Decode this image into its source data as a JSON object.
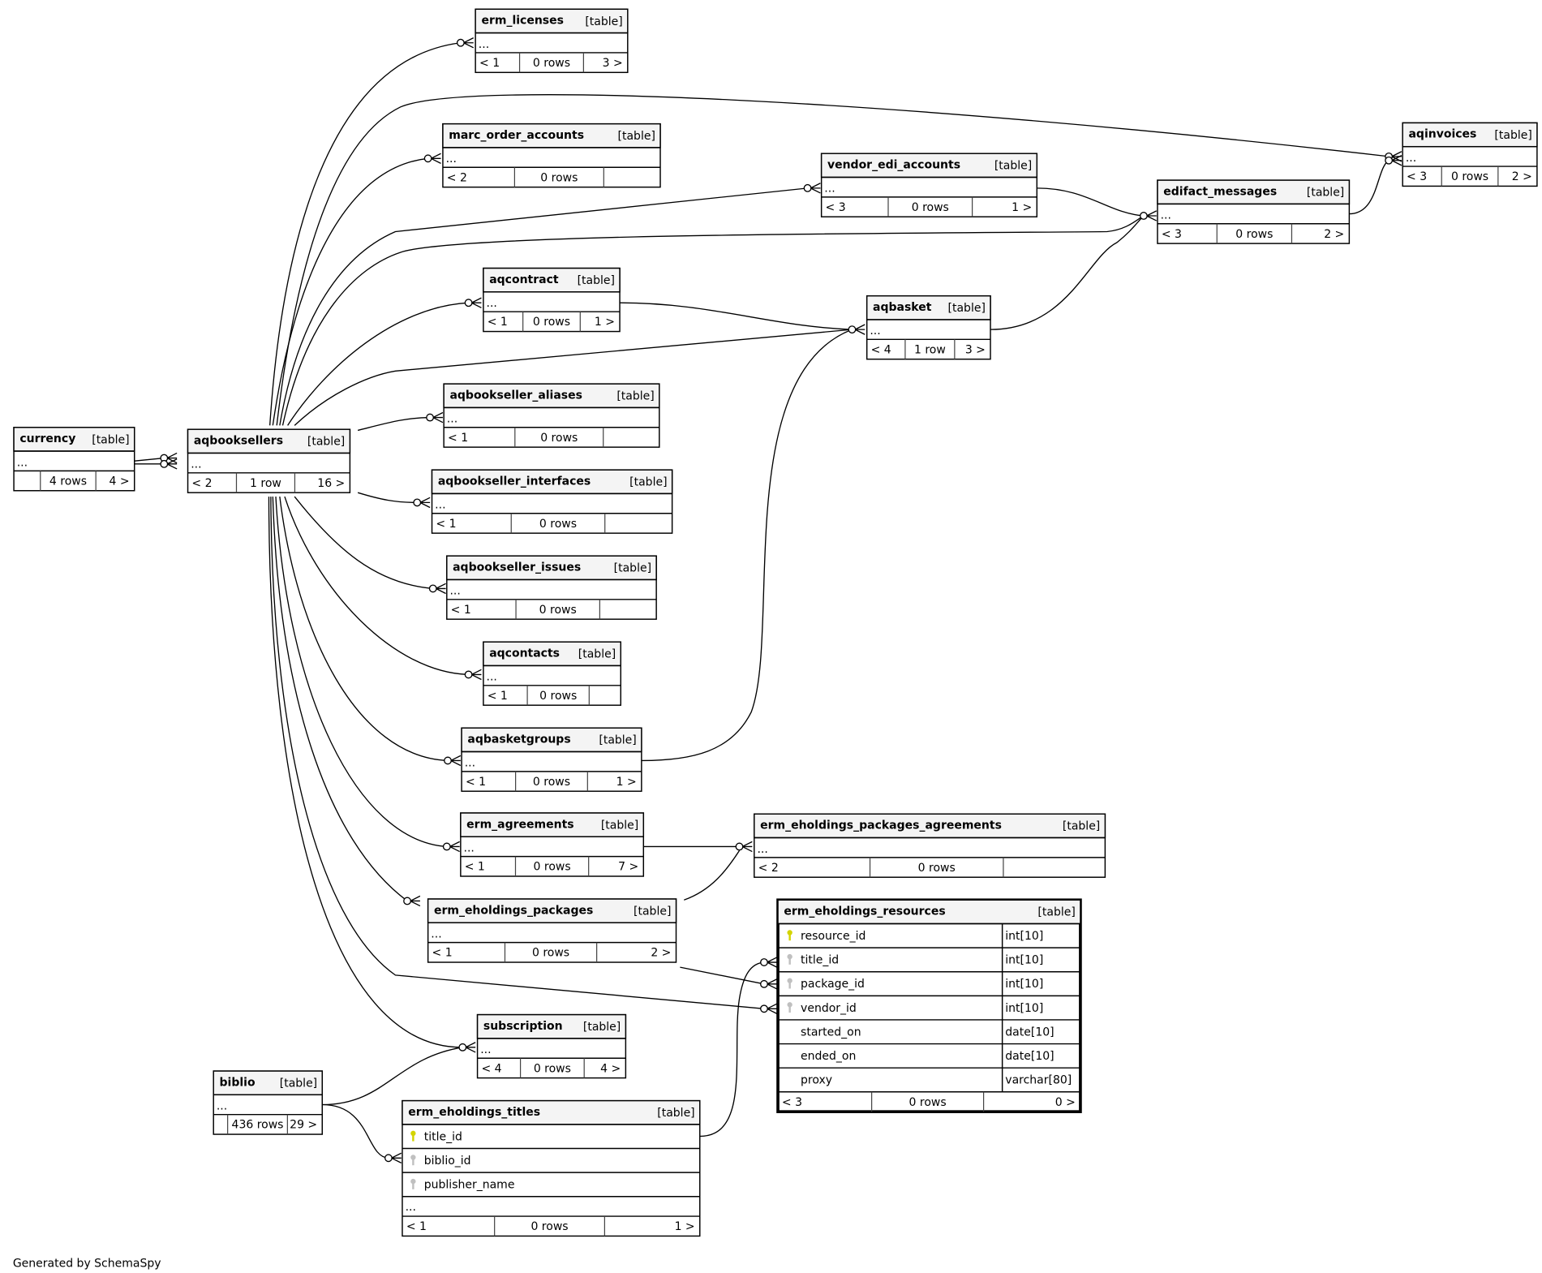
{
  "footer": "Generated by SchemaSpy",
  "tag_label": "[table]",
  "ellipsis": "...",
  "colors": {
    "primary_key": "#d4d400",
    "foreign_key": "#c0c0c0",
    "header_bg": "#f4f4f4"
  },
  "tables": {
    "erm_licenses": {
      "name": "erm_licenses",
      "footer": [
        "< 1",
        "0 rows",
        "3 >"
      ]
    },
    "marc_order_accounts": {
      "name": "marc_order_accounts",
      "footer": [
        "< 2",
        "0 rows",
        ""
      ]
    },
    "vendor_edi_accounts": {
      "name": "vendor_edi_accounts",
      "footer": [
        "< 3",
        "0 rows",
        "1 >"
      ]
    },
    "aqinvoices": {
      "name": "aqinvoices",
      "footer": [
        "< 3",
        "0 rows",
        "2 >"
      ]
    },
    "edifact_messages": {
      "name": "edifact_messages",
      "footer": [
        "< 3",
        "0 rows",
        "2 >"
      ]
    },
    "aqcontract": {
      "name": "aqcontract",
      "footer": [
        "< 1",
        "0 rows",
        "1 >"
      ]
    },
    "aqbasket": {
      "name": "aqbasket",
      "footer": [
        "< 4",
        "1 row",
        "3 >"
      ]
    },
    "currency": {
      "name": "currency",
      "footer": [
        "",
        "4 rows",
        "4 >"
      ]
    },
    "aqbooksellers": {
      "name": "aqbooksellers",
      "footer": [
        "< 2",
        "1 row",
        "16 >"
      ]
    },
    "aqbookseller_aliases": {
      "name": "aqbookseller_aliases",
      "footer": [
        "< 1",
        "0 rows",
        ""
      ]
    },
    "aqbookseller_interfaces": {
      "name": "aqbookseller_interfaces",
      "footer": [
        "< 1",
        "0 rows",
        ""
      ]
    },
    "aqbookseller_issues": {
      "name": "aqbookseller_issues",
      "footer": [
        "< 1",
        "0 rows",
        ""
      ]
    },
    "aqcontacts": {
      "name": "aqcontacts",
      "footer": [
        "< 1",
        "0 rows",
        ""
      ]
    },
    "aqbasketgroups": {
      "name": "aqbasketgroups",
      "footer": [
        "< 1",
        "0 rows",
        "1 >"
      ]
    },
    "erm_agreements": {
      "name": "erm_agreements",
      "footer": [
        "< 1",
        "0 rows",
        "7 >"
      ]
    },
    "erm_eholdings_packages_agreements": {
      "name": "erm_eholdings_packages_agreements",
      "footer": [
        "< 2",
        "0 rows",
        ""
      ]
    },
    "erm_eholdings_packages": {
      "name": "erm_eholdings_packages",
      "footer": [
        "< 1",
        "0 rows",
        "2 >"
      ]
    },
    "erm_eholdings_resources": {
      "name": "erm_eholdings_resources",
      "footer": [
        "< 3",
        "0 rows",
        "0 >"
      ],
      "columns": [
        {
          "name": "resource_id",
          "type": "int[10]",
          "key": "primary"
        },
        {
          "name": "title_id",
          "type": "int[10]",
          "key": "foreign"
        },
        {
          "name": "package_id",
          "type": "int[10]",
          "key": "foreign"
        },
        {
          "name": "vendor_id",
          "type": "int[10]",
          "key": "foreign"
        },
        {
          "name": "started_on",
          "type": "date[10]",
          "key": ""
        },
        {
          "name": "ended_on",
          "type": "date[10]",
          "key": ""
        },
        {
          "name": "proxy",
          "type": "varchar[80]",
          "key": ""
        }
      ]
    },
    "subscription": {
      "name": "subscription",
      "footer": [
        "< 4",
        "0 rows",
        "4 >"
      ]
    },
    "biblio": {
      "name": "biblio",
      "footer": [
        "",
        "436 rows",
        "29 >"
      ]
    },
    "erm_eholdings_titles": {
      "name": "erm_eholdings_titles",
      "footer": [
        "< 1",
        "0 rows",
        "1 >"
      ],
      "columns": [
        {
          "name": "title_id",
          "key": "primary"
        },
        {
          "name": "biblio_id",
          "key": "foreign"
        },
        {
          "name": "publisher_name",
          "key": "foreign"
        }
      ],
      "has_more": true
    }
  }
}
